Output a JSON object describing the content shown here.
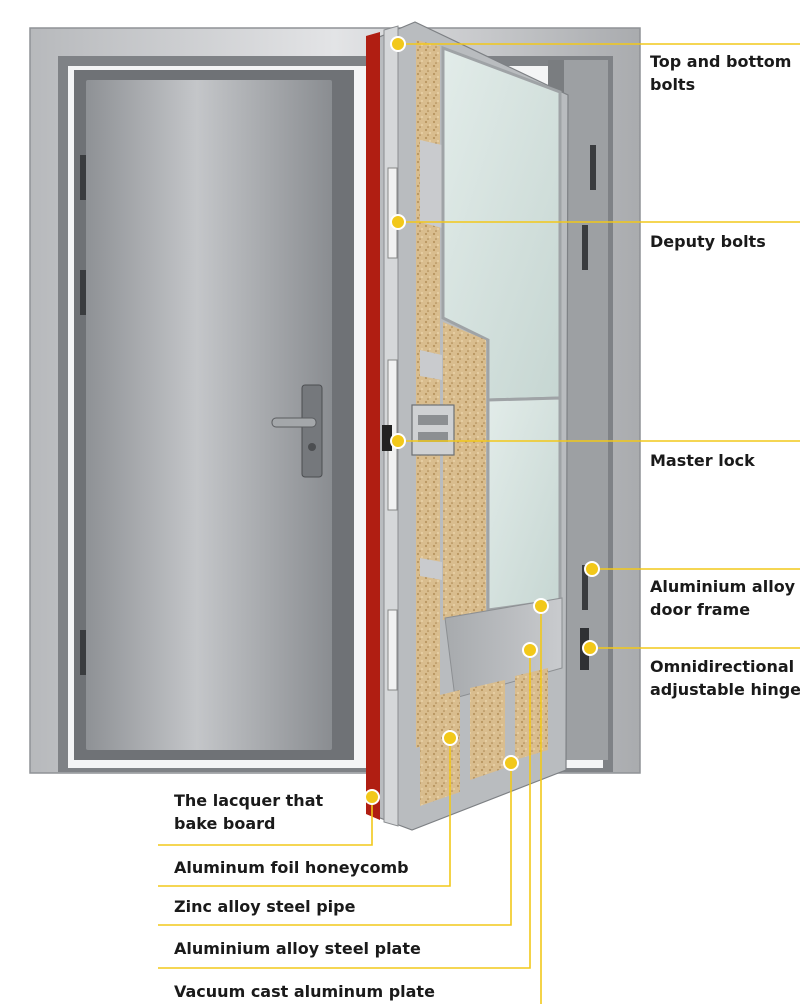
{
  "labels": {
    "top_bottom_bolts": [
      "Top and bottom",
      "bolts"
    ],
    "deputy_bolts": "Deputy bolts",
    "master_lock": "Master lock",
    "door_frame": [
      "Aluminium alloy",
      "door frame"
    ],
    "hinge": [
      "Omnidirectional",
      "adjustable hinge"
    ],
    "lacquer_board": [
      "The lacquer that",
      "bake board"
    ],
    "foil_honeycomb": "Aluminum foil honeycomb",
    "steel_pipe": "Zinc alloy steel pipe",
    "steel_plate": "Aluminium alloy steel plate",
    "cast_plate": "Vacuum cast aluminum plate"
  },
  "colors": {
    "callout": "#f2c81a",
    "frame": "#c9cbcd",
    "door": "#9ea1a4",
    "edge": "#b01e12",
    "filler": "#d6b98a"
  }
}
